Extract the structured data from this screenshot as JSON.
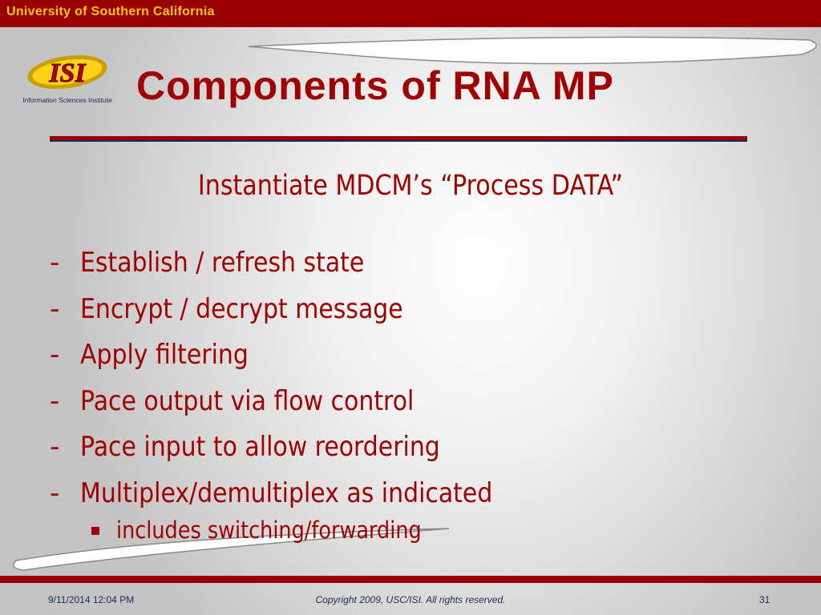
{
  "header": {
    "university": "University of Southern California",
    "logo_name": "ISI",
    "logo_subtext": "Information Sciences Institute"
  },
  "slide": {
    "title": "Components of RNA MP",
    "subtitle": "Instantiate MDCM’s “Process DATA”",
    "bullet_marker": "-",
    "sub_bullet_marker": "▪",
    "bullets": [
      "Establish / refresh state",
      "Encrypt / decrypt message",
      "Apply filtering",
      "Pace output via flow control",
      "Pace input to allow reordering",
      "Multiplex/demultiplex as indicated"
    ],
    "sub_bullets": [
      "includes switching/forwarding"
    ]
  },
  "footer": {
    "date": "9/11/2014 12:04 PM",
    "copyright": "Copyright 2009, USC/ISI.  All rights reserved.",
    "page": "31"
  },
  "colors": {
    "maroon": "#9b0000",
    "title_red": "#a00000",
    "gold": "#ffcc00",
    "navy": "#1a2a55"
  }
}
